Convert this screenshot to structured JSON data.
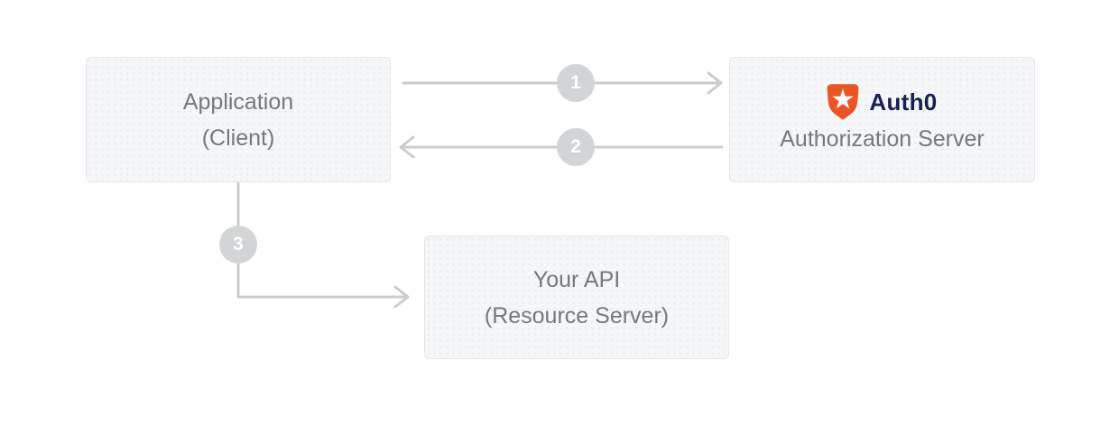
{
  "nodes": {
    "application": {
      "line1": "Application",
      "line2": "(Client)"
    },
    "auth_server": {
      "brand": "Auth0",
      "label": "Authorization Server"
    },
    "api": {
      "line1": "Your API",
      "line2": "(Resource Server)"
    }
  },
  "steps": [
    {
      "number": "1",
      "from": "Application (Client)",
      "to": "Auth0 Authorization Server",
      "direction": "right"
    },
    {
      "number": "2",
      "from": "Auth0 Authorization Server",
      "to": "Application (Client)",
      "direction": "left"
    },
    {
      "number": "3",
      "from": "Application (Client)",
      "to": "Your API (Resource Server)",
      "direction": "down-then-right"
    }
  ],
  "icons": {
    "auth0_shield": "auth0-shield-badge-with-white-star"
  },
  "colors": {
    "canvas_bg": "#ffffff",
    "box_bg": "#f5f6f8",
    "box_border": "#e5e7ea",
    "box_text": "#75787c",
    "arrow": "#cbcccd",
    "badge_bg": "#d3d4d6",
    "badge_text": "#ffffff",
    "auth0_orange": "#eb5424",
    "auth0_navy": "#16214d"
  }
}
